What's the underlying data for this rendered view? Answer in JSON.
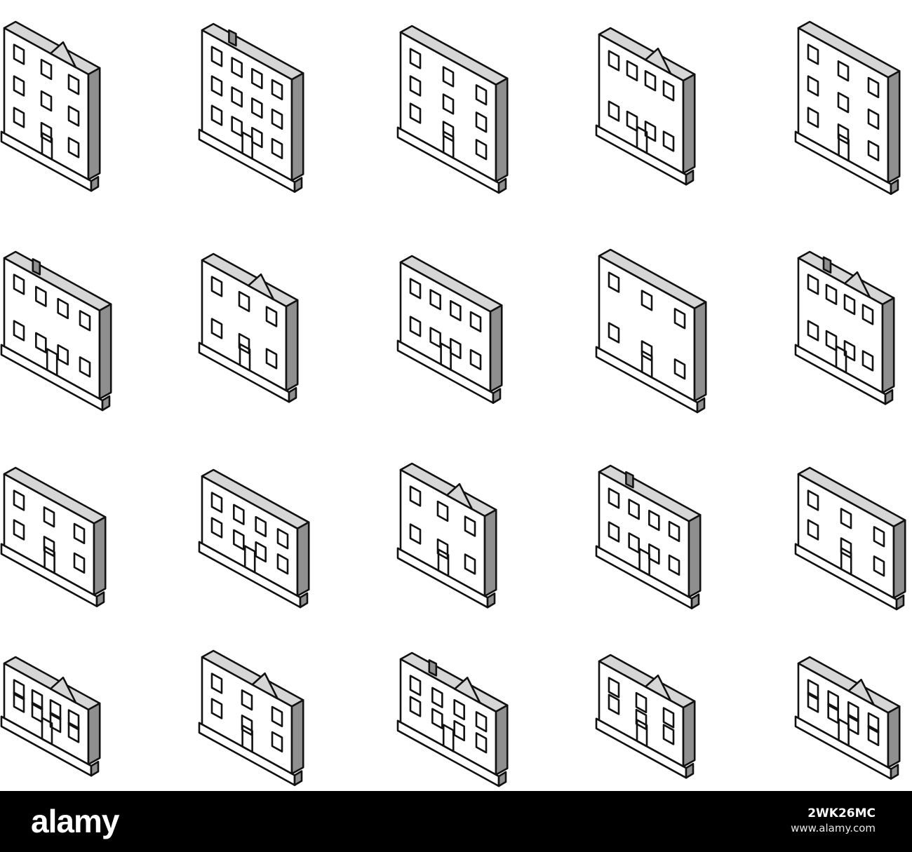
{
  "icons": [
    {
      "name": "office-block-icon"
    },
    {
      "name": "apartment-tower-icon"
    },
    {
      "name": "brick-building-icon"
    },
    {
      "name": "cottage-house-icon"
    },
    {
      "name": "single-storey-house-icon"
    },
    {
      "name": "townhouse-row-icon"
    },
    {
      "name": "manor-house-icon"
    },
    {
      "name": "tenement-building-icon"
    },
    {
      "name": "modern-duplex-icon"
    },
    {
      "name": "gabled-houses-icon"
    },
    {
      "name": "terrace-house-icon"
    },
    {
      "name": "columned-hall-icon"
    },
    {
      "name": "twin-gable-house-icon"
    },
    {
      "name": "dormer-house-icon"
    },
    {
      "name": "shopfront-row-icon"
    },
    {
      "name": "bungalow-row-icon"
    },
    {
      "name": "ranch-house-icon"
    },
    {
      "name": "split-level-house-icon"
    },
    {
      "name": "barn-house-icon"
    },
    {
      "name": "victorian-mansion-icon"
    }
  ],
  "footer": {
    "logo": "alamy",
    "image_id": "2WK26MC",
    "site": "www.alamy.com"
  },
  "colors": {
    "line": "#111111",
    "shade": "#8f8f8f",
    "footer_bg": "#000000"
  }
}
